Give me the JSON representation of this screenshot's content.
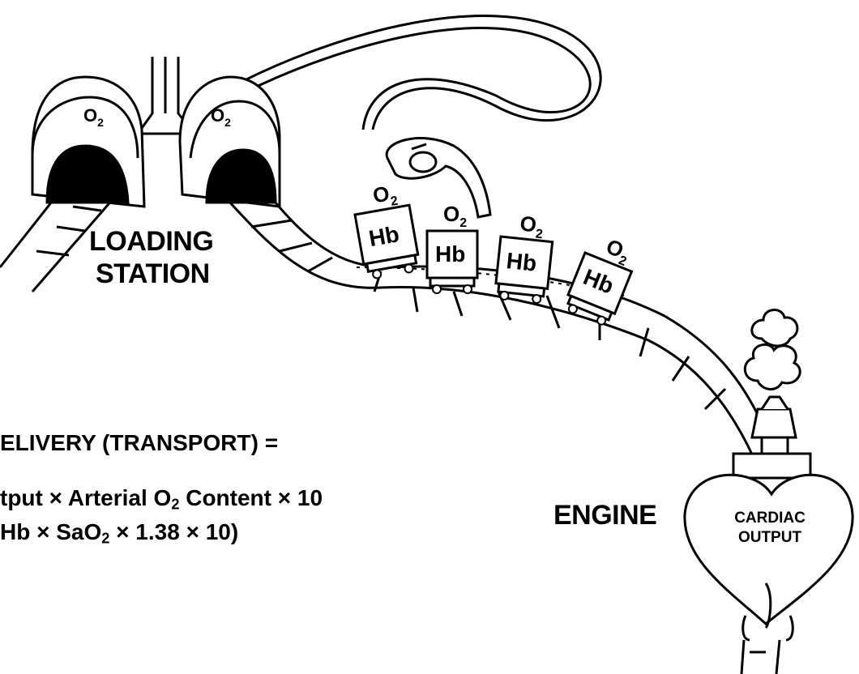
{
  "lungs": {
    "left_label": "O",
    "right_label": "O",
    "sub": "2"
  },
  "station": {
    "line1": "LOADING",
    "line2": "STATION"
  },
  "cars": [
    {
      "label": "Hb",
      "cargo": "O",
      "sub": "2"
    },
    {
      "label": "Hb",
      "cargo": "O",
      "sub": "2"
    },
    {
      "label": "Hb",
      "cargo": "O",
      "sub": "2"
    },
    {
      "label": "Hb",
      "cargo": "O",
      "sub": "2"
    }
  ],
  "engine": {
    "label": "ENGINE",
    "heart_line1": "CARDIAC",
    "heart_line2": "OUTPUT"
  },
  "formula": {
    "line1": "ELIVERY (TRANSPORT) =",
    "line2_a": "tput  ×  Arterial O",
    "line2_sub": "2",
    "line2_b": " Content  ×  10",
    "line3_a": "  Hb  ×  SaO",
    "line3_sub": "2",
    "line3_b": "  ×  1.38  ×  10)"
  }
}
